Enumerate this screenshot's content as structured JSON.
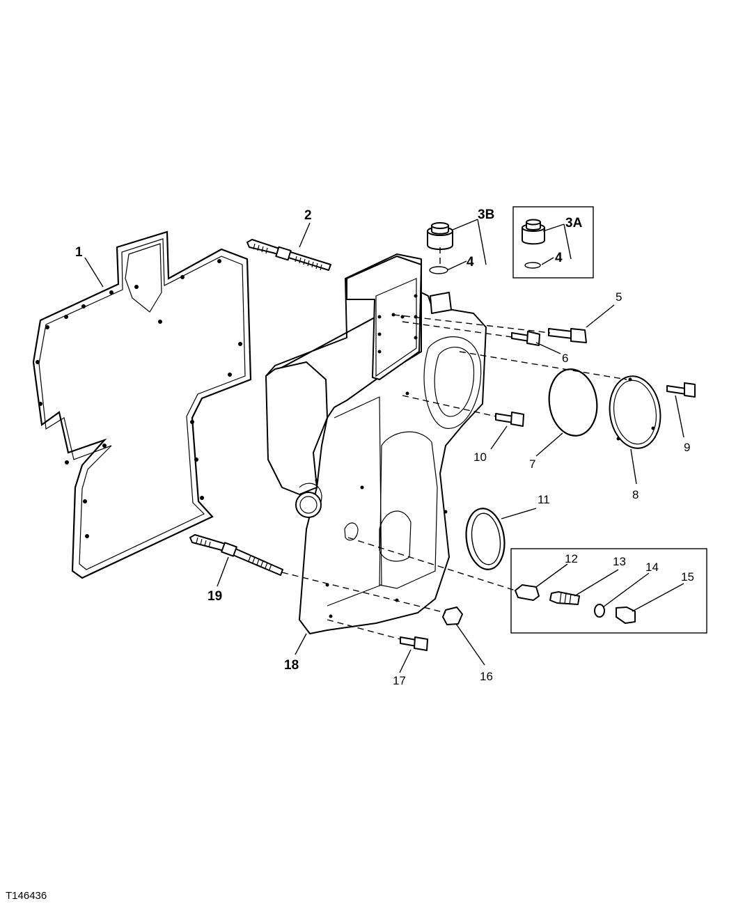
{
  "figure_id": "T146436",
  "callouts": {
    "c1": "1",
    "c2": "2",
    "c3B": "3B",
    "c4a": "4",
    "c3A": "3A",
    "c4b": "4",
    "c5": "5",
    "c6": "6",
    "c7": "7",
    "c8": "8",
    "c9": "9",
    "c10": "10",
    "c11": "11",
    "c12": "12",
    "c13": "13",
    "c14": "14",
    "c15": "15",
    "c16": "16",
    "c17": "17",
    "c18": "18",
    "c19": "19"
  }
}
